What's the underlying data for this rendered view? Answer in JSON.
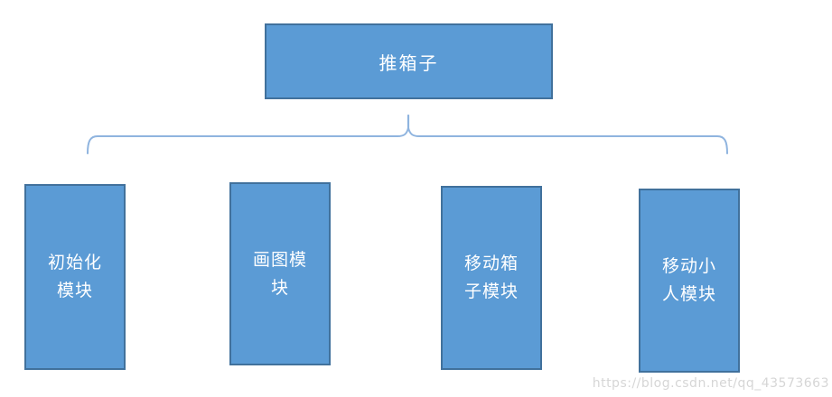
{
  "colors": {
    "background": "#FFFFFF",
    "node_fill": "#5B9BD5",
    "node_border": "#41719C",
    "node_text": "#FFFFFF",
    "brace_stroke": "#8FB4DF",
    "watermark_text_color": "#D6D6D6"
  },
  "diagram": {
    "root": {
      "label": "推箱子"
    },
    "modules": [
      {
        "label": "初始化模块",
        "line1": "初始化",
        "line2": "模块"
      },
      {
        "label": "画图模块",
        "line1": "画图模",
        "line2": "块"
      },
      {
        "label": "移动箱子模块",
        "line1": "移动箱",
        "line2": "子模块"
      },
      {
        "label": "移动小人模块",
        "line1": "移动小",
        "line2": "人模块"
      }
    ]
  },
  "watermark": {
    "text": "https://blog.csdn.net/qq_43573663"
  }
}
